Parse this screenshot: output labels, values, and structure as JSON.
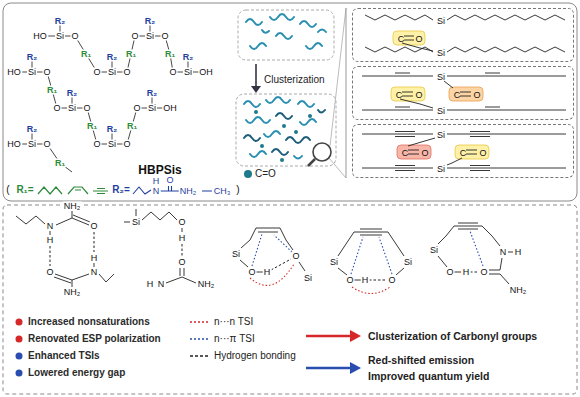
{
  "diagram": {
    "nodes": [
      {
        "text": [
          "Si",
          "C",
          "O",
          "Si"
        ]
      },
      {
        "text": [
          "Si",
          "C",
          "O",
          "C",
          "O",
          "Si"
        ]
      },
      {
        "text": [
          "Si",
          "C",
          "O",
          "C",
          "O",
          "Si"
        ]
      }
    ],
    "labels": [
      "HO",
      "Si",
      "O",
      "R₂",
      "O",
      "Si",
      "O",
      "R₂",
      "HO",
      "Si",
      "O",
      "R₂",
      "O",
      "Si",
      "O",
      "R₂",
      "O",
      "Si",
      "OH",
      "R₂",
      "O",
      "Si",
      "O",
      "R₂",
      "O",
      "Si",
      "OH",
      "R₂",
      "HO",
      "Si",
      "O",
      "R₂",
      "O",
      "Si",
      "O",
      "R₂",
      "R₁",
      "R₁",
      "R₁",
      "R₁",
      "R₁",
      "R₁",
      "R₁",
      "HBPSis",
      "(",
      "R₁=",
      "R₂=",
      "H",
      "N",
      "O",
      "NH₂",
      "CH₃",
      ")",
      "Clusterization",
      "NH₂",
      "N",
      "O",
      "H",
      "H",
      "O",
      "N",
      "NH₂",
      "Si",
      "O",
      "H",
      "O",
      "H",
      "N",
      "NH₂",
      "Si",
      "O",
      "H",
      "O",
      "Si",
      "Si",
      "O",
      "H",
      "O",
      "Si",
      "Si",
      "O",
      "H",
      "O",
      "N",
      "H",
      "NH₂",
      "Increased nonsaturations",
      "Renovated ESP polarization",
      "Enhanced TSIs",
      "Lowered energy gap",
      "Clusterization of Carbonyl groups",
      "Red-shifted emission",
      "Improved quantum yield"
    ],
    "legend": [
      {
        "text": "C=O",
        "color": "#1e7b8c"
      },
      {
        "text": "n···n TSI"
      },
      {
        "text": "n···π TSI"
      },
      {
        "text": "Hydrogen bonding"
      }
    ]
  }
}
